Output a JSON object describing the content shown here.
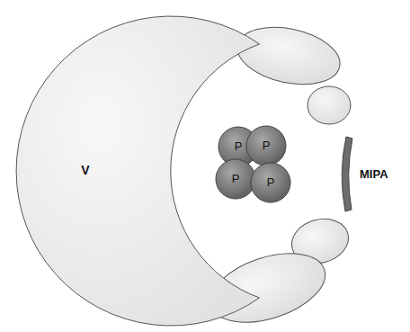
{
  "diagram": {
    "nodes": [
      {
        "text": [
          "V"
        ]
      },
      {
        "text": [
          "P"
        ]
      },
      {
        "text": [
          "P"
        ]
      },
      {
        "text": [
          "P"
        ]
      },
      {
        "text": [
          "P"
        ]
      },
      {
        "text": [
          "MIPA"
        ]
      }
    ]
  }
}
